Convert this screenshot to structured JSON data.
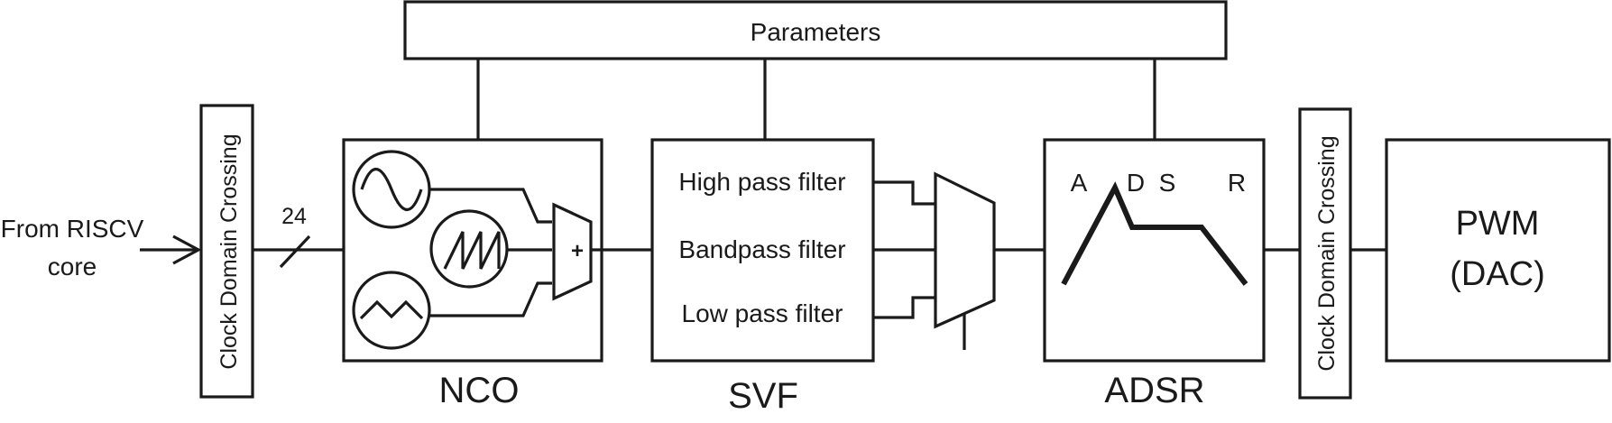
{
  "parameters_label": "Parameters",
  "input": {
    "line1": "From RISCV",
    "line2": "core"
  },
  "bus_width": "24",
  "cdc_left_label": "Clock Domain Crossing",
  "cdc_right_label": "Clock Domain Crossing",
  "nco": {
    "label": "NCO",
    "mixer_symbol": "+",
    "waveforms": [
      "sine-icon",
      "sawtooth-icon",
      "triangle-icon"
    ]
  },
  "svf": {
    "label": "SVF",
    "filters": [
      "High pass filter",
      "Bandpass filter",
      "Low pass filter"
    ]
  },
  "adsr": {
    "label": "ADSR",
    "stages": [
      "A",
      "D",
      "S",
      "R"
    ]
  },
  "pwm": {
    "line1": "PWM",
    "line2": "(DAC)"
  }
}
